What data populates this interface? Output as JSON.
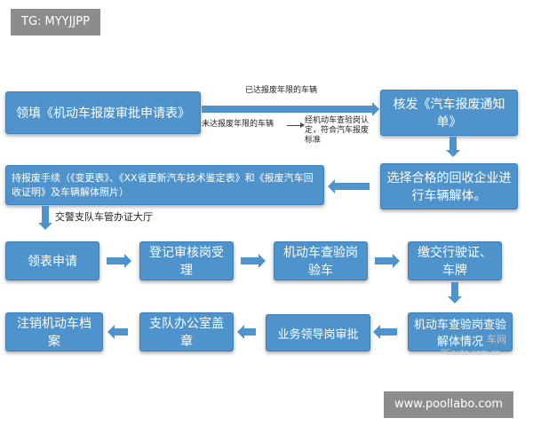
{
  "watermarks": {
    "top_left": "TG: MYYJJPP",
    "bottom_right": "www.poollabo.com",
    "faint_brand": "车网",
    "faint_url": "PCauto.com.cn"
  },
  "flow": {
    "apply_form": "领填《机动车报废审批申请表》",
    "notice": "核发《汽车报废通知单》",
    "select_company": "选择合格的回收企业进行车辆解体。",
    "procedures": "持报废手续（《变更表》、《XX省更新汽车技术鉴定表》和《报废汽车回收证明》及车辆解体照片）",
    "collect_form": "领表申请",
    "register": "登记审核岗受理",
    "inspect": "机动车查验岗验车",
    "surrender": "缴交行驶证、车牌",
    "inspect_dismantle": "机动车查验岗查验解体情况",
    "leader_approval": "业务领导岗审批",
    "office_stamp": "支队办公室盖章",
    "cancel_archive": "注销机动车档案"
  },
  "labels": {
    "reached_age": "已达报废年限的车辆",
    "not_reached_age": "未达报废年限的车辆",
    "inspection_note_1": "经机动车查验岗认",
    "inspection_note_2": "定，符合汽车报废",
    "inspection_note_3": "标准",
    "hall": "交警支队车管办证大厅"
  },
  "colors": {
    "box_fill": "#4f93cd",
    "arrow": "#4f93cd",
    "tag_bg": "#8c8c8c"
  }
}
